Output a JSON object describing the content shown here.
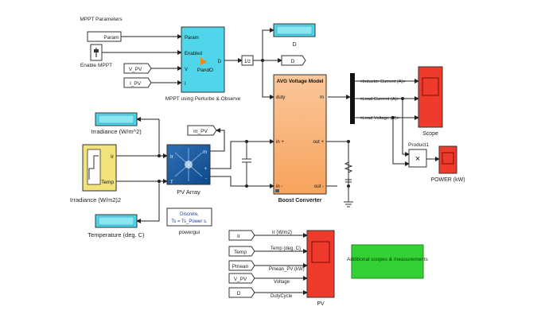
{
  "diagram": {
    "mppt_params_label": "MPPT Parameters",
    "param_tag": "Param",
    "enable_mppt_label": "Enable MPPT",
    "vpv_tag": "V_PV",
    "ipv_tag": "I_PV",
    "mppt_block": {
      "port_param": "Param",
      "port_enabled": "Enabled",
      "port_v": "V",
      "port_i": "I",
      "port_d": "D",
      "name": "PandO",
      "caption": "MPPT using Perturbe & Observe"
    },
    "half_gain": "1/z",
    "d_display_label": "D",
    "d_goto": "D",
    "irradiance_display_label": "Irradiance (W/m^2)",
    "irradiance_source": {
      "port_ir": "Ir",
      "port_temp": "Temp",
      "caption": "Irradiance (W/m2)2"
    },
    "temperature_display_label": "Temperature (deg. C)",
    "pv_array": {
      "port_ir": "Ir",
      "port_t": "T",
      "port_m": "m",
      "port_plus": "+",
      "port_minus": "-",
      "caption": "PV Array"
    },
    "m_pv_tag": "m_PV",
    "powergui": {
      "line1": "Discrete,",
      "line2": "Ts = Ts_Power s.",
      "caption": "powergui"
    },
    "boost": {
      "title": "AVG Voltage Model",
      "port_duty": "duty",
      "port_m": "m",
      "port_in_plus": "in +",
      "port_out_plus": "out +",
      "port_in_minus": "in -",
      "port_out_minus": "out -",
      "caption": "Boost Converter"
    },
    "demux_labels": [
      "<Inductor Current (A)>",
      "<Load Current (A)>",
      "<Load Voltage (V)>"
    ],
    "scope_caption": "Scope",
    "product_caption": "Product1",
    "product_symbol": "×",
    "power_caption": "POWER (kW)",
    "bottom_tags": [
      "Ir",
      "Temp",
      "Pmean",
      "V_PV",
      "D"
    ],
    "bottom_signals": [
      "Ir (W/m2)",
      "Temp (deg. C)",
      "Pmean_PV (kW)",
      "Voltage",
      "DutyCycle"
    ],
    "pv_scope_caption": "PV",
    "additional_note": "Additional scopes & measurements"
  }
}
